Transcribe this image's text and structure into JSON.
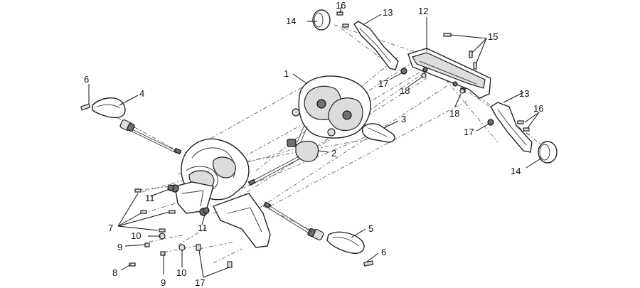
{
  "callouts": {
    "c1": "1",
    "c2": "2",
    "c3": "3",
    "c4": "4",
    "c5": "5",
    "c6a": "6",
    "c6b": "6",
    "c7": "7",
    "c8": "8",
    "c9a": "9",
    "c9b": "9",
    "c10a": "10",
    "c10b": "10",
    "c11a": "11",
    "c11b": "11",
    "c12": "12",
    "c13a": "13",
    "c13b": "13",
    "c14a": "14",
    "c14b": "14",
    "c15": "15",
    "c16a": "16",
    "c16b": "16",
    "c17a": "17",
    "c17b": "17",
    "c17c": "17",
    "c18a": "18",
    "c18b": "18"
  }
}
